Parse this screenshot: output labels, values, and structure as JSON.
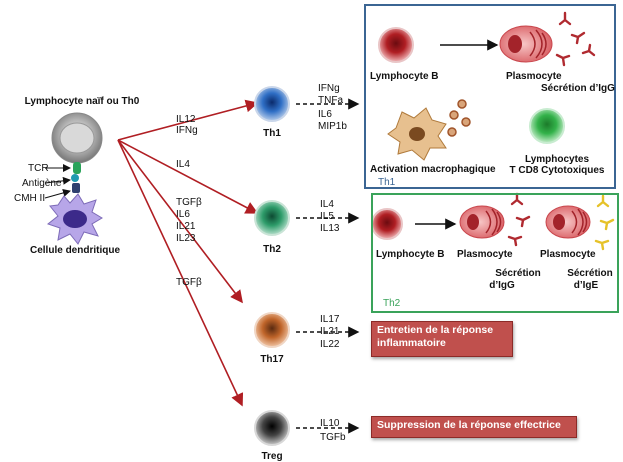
{
  "naive": {
    "label": "Lymphocyte naïf ou Th0"
  },
  "dendritic": {
    "label": "Cellule dendritique",
    "tcr": "TCR",
    "antigen": "Antigène",
    "mhc": "CMH II"
  },
  "arrow_labels": {
    "th1": [
      "IL12",
      "IFNg"
    ],
    "th2": [
      "IL4"
    ],
    "th17": [
      "TGFβ",
      "IL6",
      "IL21",
      "IL23"
    ],
    "treg": [
      "TGFβ"
    ]
  },
  "subsets": {
    "th1": {
      "label": "Th1",
      "cytokines": [
        "IFNg",
        "TNFa",
        "IL6",
        "MIP1b"
      ],
      "color": "#2f6fc6"
    },
    "th2": {
      "label": "Th2",
      "cytokines": [
        "IL4",
        "IL5",
        "IL13"
      ],
      "color": "#2e9c6a"
    },
    "th17": {
      "label": "Th17",
      "cytokines": [
        "IL17",
        "IL21",
        "IL22"
      ],
      "color": "#c0652a"
    },
    "treg": {
      "label": "Treg",
      "cytokines": [
        "IL10",
        "TGFb"
      ],
      "color": "#333333"
    }
  },
  "th1_box": {
    "tag": "Th1",
    "border_color": "#3b6593",
    "lymphocyte_b": "Lymphocyte B",
    "plasmocyte": "Plasmocyte",
    "secretion": "Sécrétion d’IgG",
    "macrophage": "Activation macrophagique",
    "cd8_line1": "Lymphocytes",
    "cd8_line2": "T CD8 Cytotoxiques"
  },
  "th2_box": {
    "tag": "Th2",
    "border_color": "#3aa35a",
    "lymphocyte_b": "Lymphocyte B",
    "plasmocyte1": "Plasmocyte",
    "plasmocyte2": "Plasmocyte",
    "secretion_igg_1": "Sécrétion",
    "secretion_igg_2": "d’IgG",
    "secretion_ige_1": "Sécrétion",
    "secretion_ige_2": "d’IgE"
  },
  "outcomes": {
    "th17_line1": "Entretien de la réponse",
    "th17_line2": "inflammatoire",
    "treg": "Suppression de la réponse effectrice"
  },
  "colors": {
    "arrow_red": "#b01e23",
    "outcome_red": "#c0504d",
    "antibody_red": "#b02a30",
    "antibody_yellow": "#e6c229"
  }
}
